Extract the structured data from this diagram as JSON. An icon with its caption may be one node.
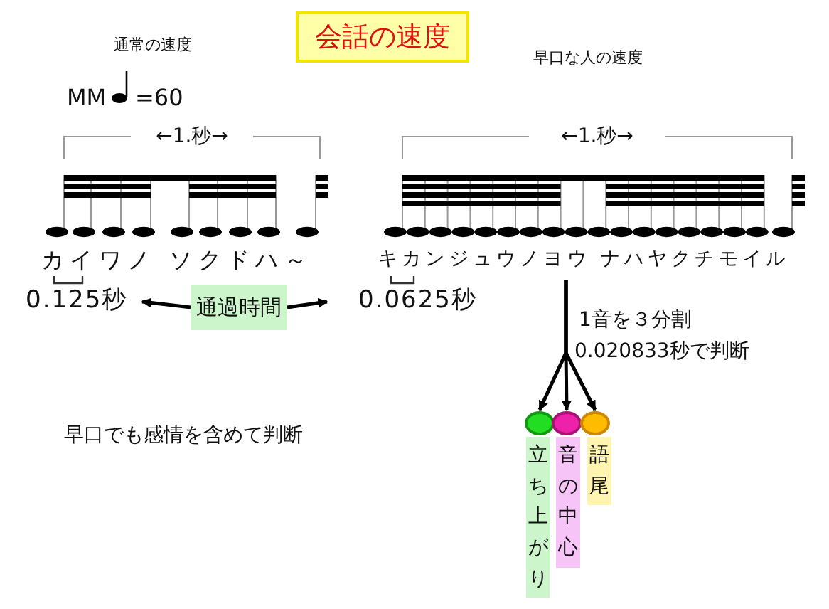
{
  "diagram": {
    "title": "会話の速度",
    "nodes": [
      {
        "text": [
          "0.125秒"
        ]
      },
      {
        "text": [
          "通過時間"
        ]
      },
      {
        "text": [
          "0.0625秒"
        ]
      },
      {
        "text": [],
        "shape": "circle"
      },
      {
        "text": [],
        "shape": "circle"
      },
      {
        "text": [],
        "shape": "circle"
      },
      {
        "text": [
          "立ち上がり"
        ]
      },
      {
        "text": [
          "音の中心"
        ]
      },
      {
        "text": [
          "語尾"
        ]
      }
    ],
    "edges": [
      {
        "from": 1,
        "to": 0,
        "arrow": "to"
      },
      {
        "from": 1,
        "to": 2,
        "arrow": "to"
      },
      {
        "from": null,
        "to": 3,
        "arrow": "to"
      },
      {
        "from": null,
        "to": 4,
        "arrow": "to"
      },
      {
        "from": null,
        "to": 5,
        "arrow": "to"
      }
    ],
    "labels": [
      "通常の速度",
      "MM",
      "=60",
      "早口な人の速度",
      "←1.秒→",
      "←1.秒→",
      "カイワノ ソクドハ～",
      "キカンジュウノヨウ ナハヤクチモイル",
      "1音を３分割",
      "0.020833秒で判断",
      "早口でも感情を含めて判断"
    ]
  }
}
